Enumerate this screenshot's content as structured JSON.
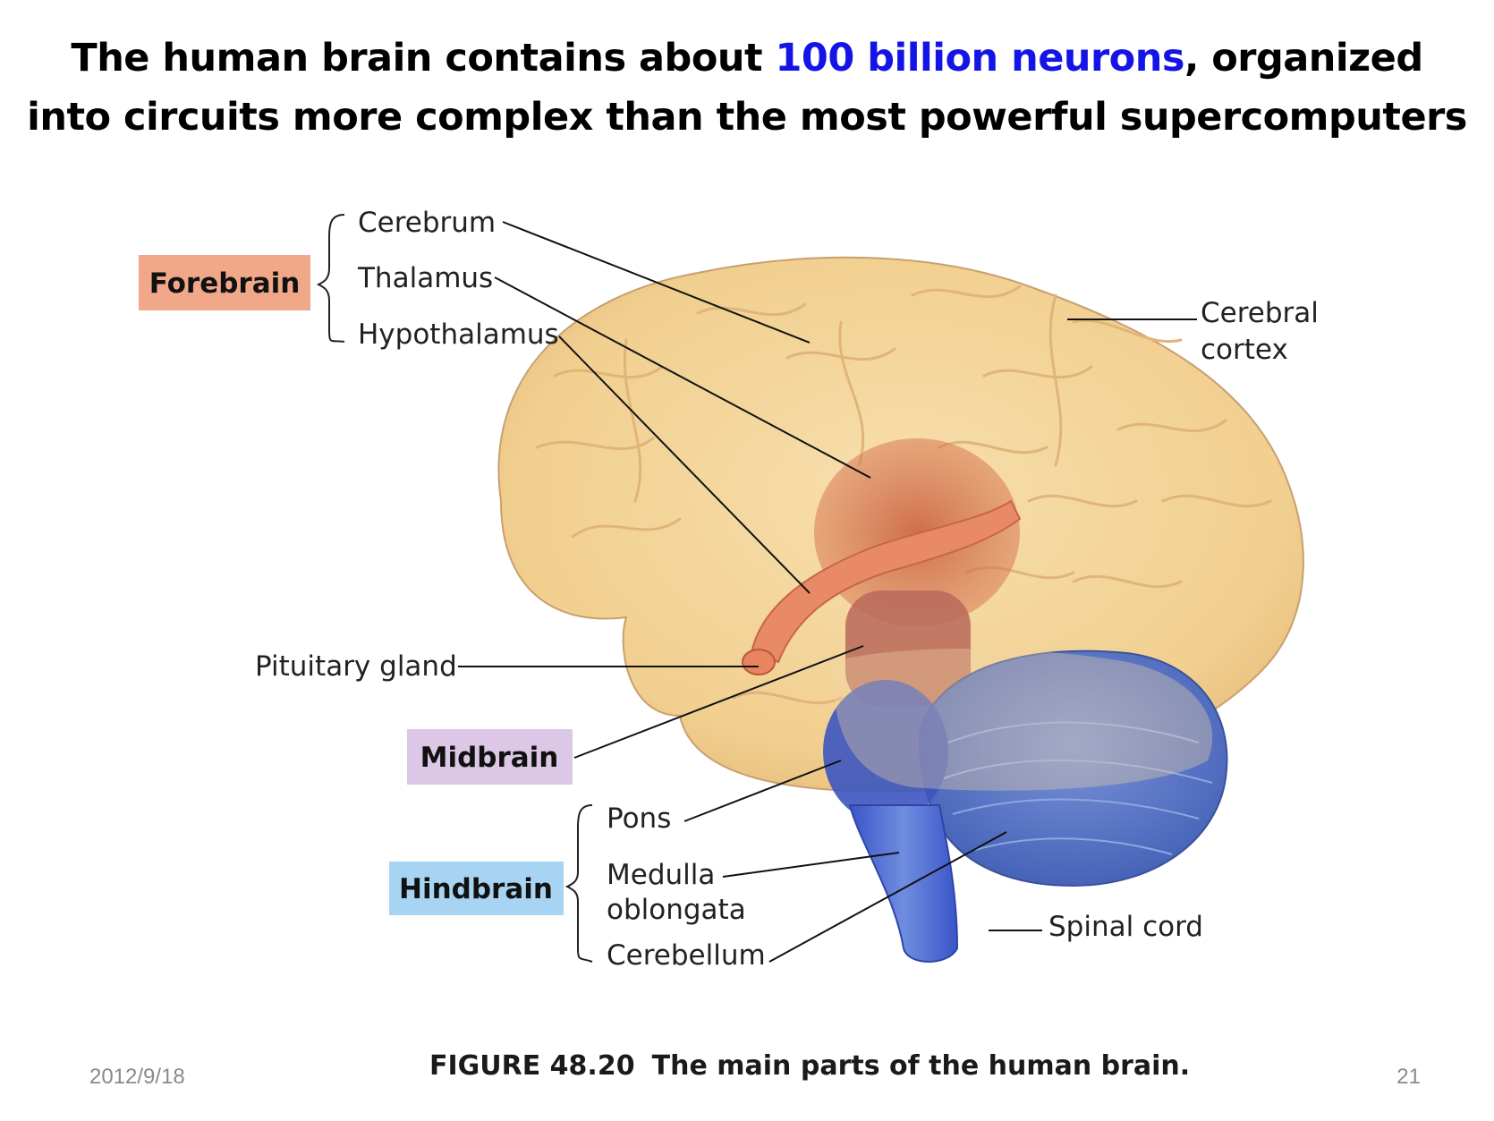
{
  "slide": {
    "title_part1": "The human brain contains about ",
    "title_highlight": "100 billion neurons",
    "title_part2": ", organized",
    "title_line2": "into circuits more complex than the most powerful supercomputers",
    "highlight_color": "#1414e6"
  },
  "figure": {
    "regions": {
      "forebrain": "Forebrain",
      "midbrain": "Midbrain",
      "hindbrain": "Hindbrain"
    },
    "labels": {
      "cerebrum": "Cerebrum",
      "thalamus": "Thalamus",
      "hypothalamus": "Hypothalamus",
      "cerebral_cortex_1": "Cerebral",
      "cerebral_cortex_2": "cortex",
      "pituitary_gland": "Pituitary gland",
      "pons": "Pons",
      "medulla_1": "Medulla",
      "medulla_2": "oblongata",
      "cerebellum": "Cerebellum",
      "spinal_cord": "Spinal cord"
    },
    "caption_number": "FIGURE 48.20",
    "caption_text": "The main parts of the human brain.",
    "colors": {
      "forebrain_box": "#f0a888",
      "midbrain_box": "#dcc8e6",
      "hindbrain_box": "#a8d4f4",
      "brain_tan": "#f3d8a0",
      "brainstem_blue": "#4e6fd4",
      "thalamus_red": "#d9734e"
    }
  },
  "footer": {
    "date": "2012/9/18",
    "page": "21"
  }
}
